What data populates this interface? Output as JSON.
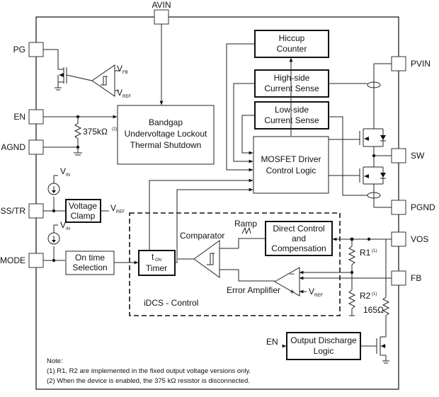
{
  "pins": {
    "avin": "AVIN",
    "pg": "PG",
    "en": "EN",
    "agnd": "AGND",
    "ss_tr": "SS/TR",
    "mode": "MODE",
    "pvin": "PVIN",
    "sw": "SW",
    "pgnd": "PGND",
    "vos": "VOS",
    "fb": "FB"
  },
  "blocks": {
    "hiccup": [
      "Hiccup",
      "Counter"
    ],
    "high_side": [
      "High-side",
      "Current Sense"
    ],
    "low_side": [
      "Low-side",
      "Current Sense"
    ],
    "bandgap": [
      "Bandgap",
      "Undervoltage Lockout",
      "Thermal Shutdown"
    ],
    "mosfet": [
      "MOSFET Driver",
      "Control Logic"
    ],
    "voltage_clamp": [
      "Voltage",
      "Clamp"
    ],
    "on_time": [
      "On time",
      "Selection"
    ],
    "timer": "Timer",
    "direct_control": [
      "Direct Control",
      "and",
      "Compensation"
    ],
    "output_discharge": [
      "Output Discharge",
      "Logic"
    ]
  },
  "labels": {
    "vfb": "V",
    "vfb_sub": "FB",
    "vref": "V",
    "vref_sub": "REF",
    "vin": "V",
    "vin_sub": "IN",
    "t": "t",
    "t_sub": "ON",
    "r375": "375kΩ",
    "r375_sup": "(2)",
    "comparator": "Comparator",
    "ramp": "Ramp",
    "error_amp": "Error Amplifier",
    "idcs": "iDCS - Control",
    "r1": "R1",
    "r1_sup": "(1)",
    "r2": "R2",
    "r2_sup": "(1)",
    "r165": "165Ω",
    "en_in": "EN",
    "minus": "–",
    "plus": "+"
  },
  "notes": [
    "Note:",
    "(1)  R1, R2 are implemented in the fixed output voltage versions only.",
    "(2) When the device is enabled, the 375 kΩ resistor is disconnected."
  ]
}
